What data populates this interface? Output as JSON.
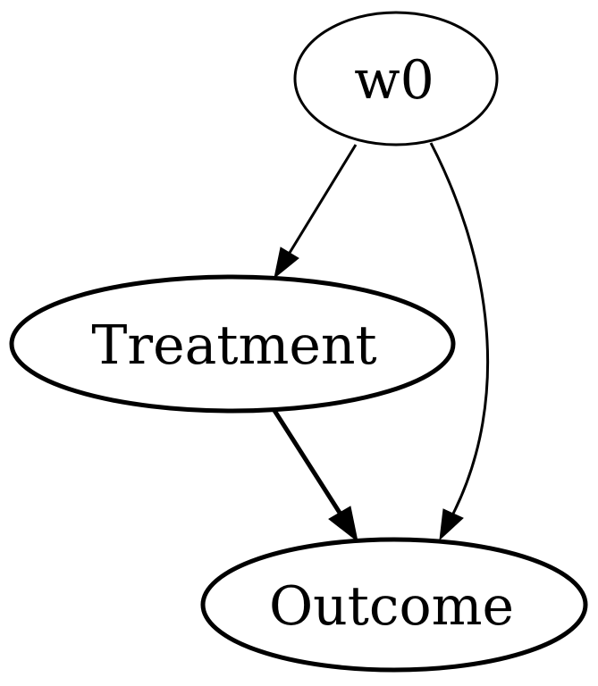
{
  "diagram": {
    "kind": "causal-dag",
    "background_color": "#ffffff",
    "stroke_color": "#000000",
    "node_fill_color": "#ffffff",
    "nodes": [
      {
        "id": "w0",
        "label": "w0",
        "style": "normal"
      },
      {
        "id": "treatment",
        "label": "Treatment",
        "style": "bold"
      },
      {
        "id": "outcome",
        "label": "Outcome",
        "style": "bold"
      }
    ],
    "edges": [
      {
        "from": "w0",
        "to": "treatment",
        "style": "thin",
        "arrow": "solid-triangle"
      },
      {
        "from": "w0",
        "to": "outcome",
        "style": "thin",
        "arrow": "solid-triangle"
      },
      {
        "from": "treatment",
        "to": "outcome",
        "style": "thick",
        "arrow": "solid-triangle"
      }
    ]
  }
}
